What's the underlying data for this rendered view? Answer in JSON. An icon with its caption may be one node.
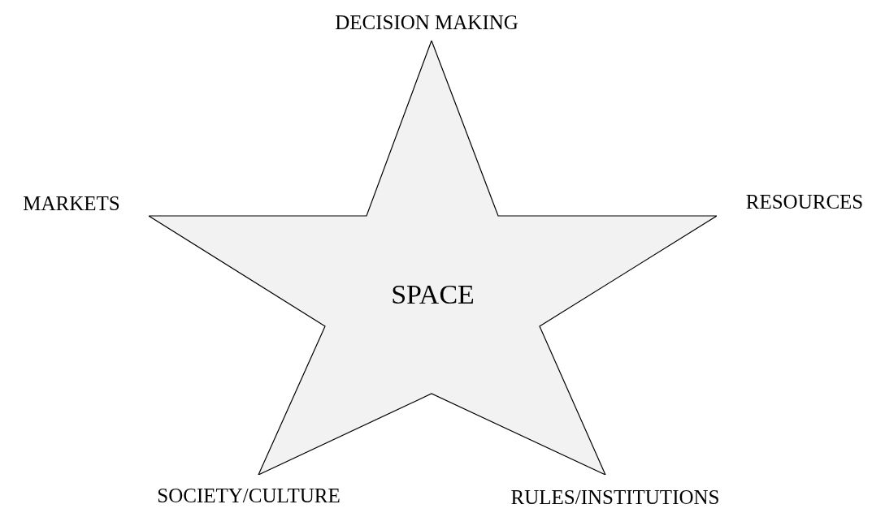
{
  "diagram": {
    "nodes": [
      {
        "text": [
          "SPACE"
        ]
      }
    ],
    "labels": [
      "DECISION MAKING",
      "MARKETS",
      "RESOURCES",
      "SOCIETY/CULTURE",
      "RULES/INSTITUTIONS"
    ]
  }
}
